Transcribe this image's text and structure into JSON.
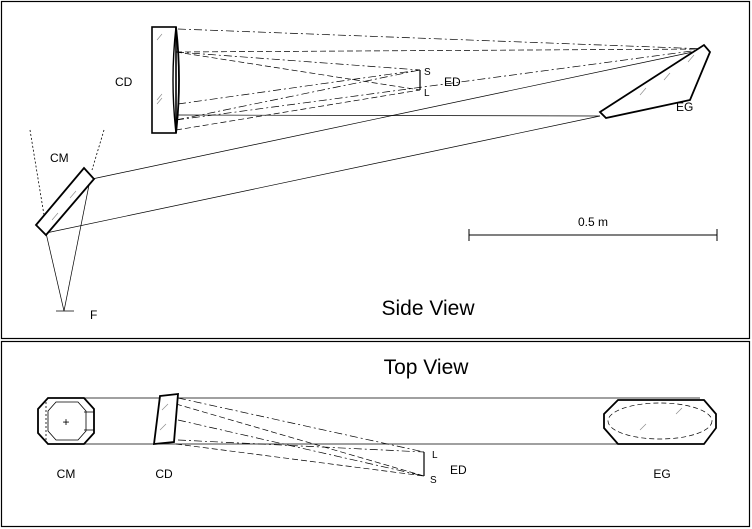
{
  "side_view": {
    "title": "Side View",
    "labels": {
      "cd": "CD",
      "ed": "ED",
      "eg": "EG",
      "cm": "CM",
      "f": "F",
      "s": "S",
      "l": "L"
    },
    "scale_bar": "0.5 m"
  },
  "top_view": {
    "title": "Top View",
    "labels": {
      "cm": "CM",
      "cd": "CD",
      "ed": "ED",
      "eg": "EG",
      "l": "L",
      "s": "S",
      "plus": "+"
    }
  }
}
